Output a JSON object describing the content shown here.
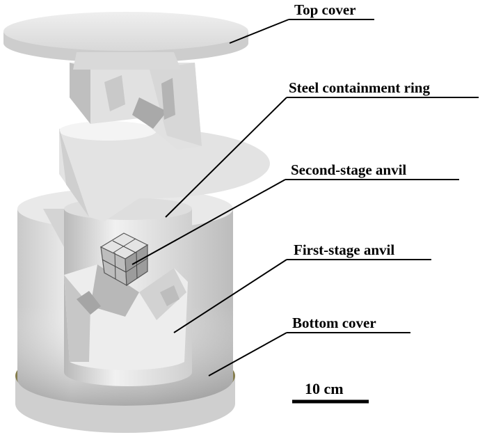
{
  "labels": {
    "top_cover": "Top cover",
    "steel_ring": "Steel containment ring",
    "second_stage": "Second-stage anvil",
    "first_stage": "First-stage anvil",
    "bottom_cover": "Bottom cover"
  },
  "scale_bar": {
    "text": "10 cm"
  },
  "colors": {
    "metal_light": "#e6e6e6",
    "metal_mid": "#cfcfcf",
    "metal_dark": "#9a9a9a",
    "bottom_cover": "#8e8552",
    "line": "#000000"
  }
}
